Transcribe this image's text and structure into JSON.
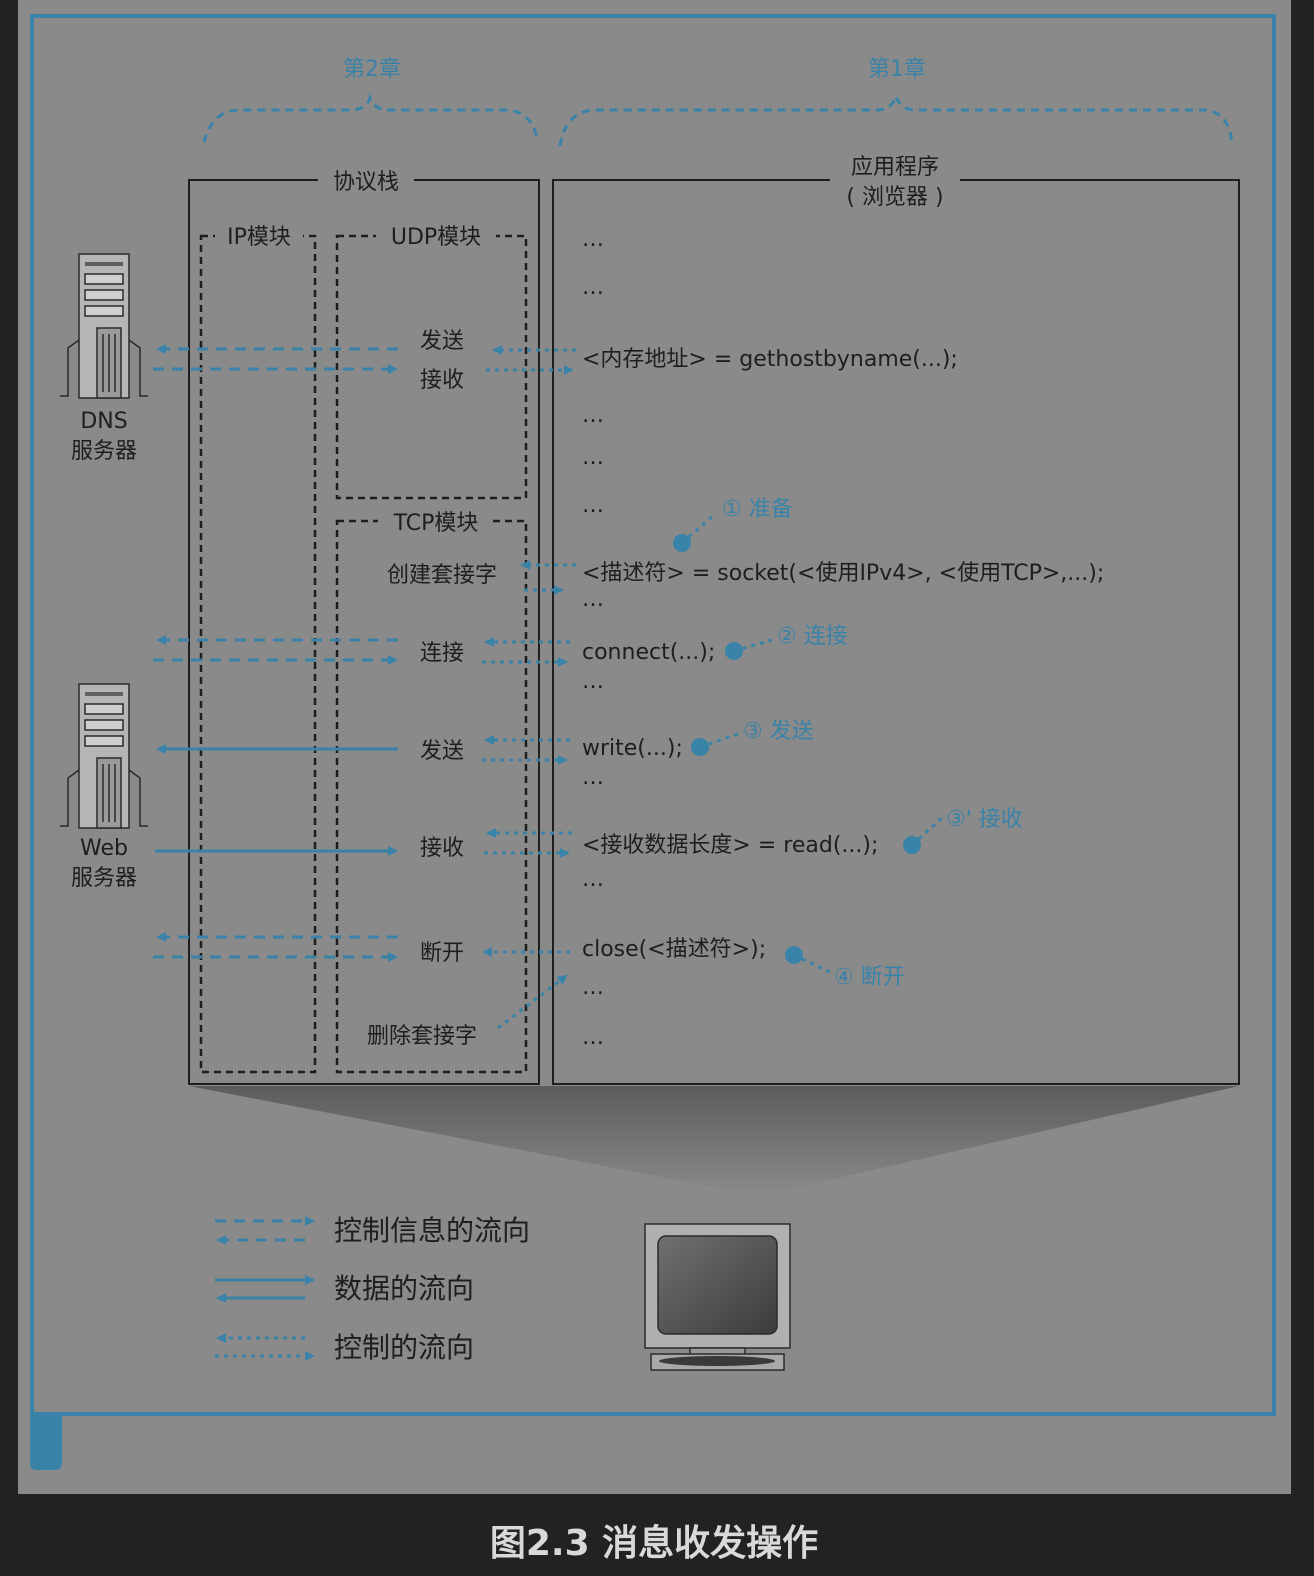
{
  "chapters": {
    "ch2": "第2章",
    "ch1": "第1章"
  },
  "protocol_stack": {
    "title": "协议栈",
    "ip_module": "IP模块",
    "udp_module": "UDP模块",
    "tcp_module": "TCP模块",
    "udp_send": "发送",
    "udp_receive": "接收",
    "create_socket": "创建套接字",
    "connect": "连接",
    "send": "发送",
    "receive": "接收",
    "disconnect": "断开",
    "delete_socket": "删除套接字"
  },
  "application": {
    "title_line1": "应用程序",
    "title_line2": "( 浏览器 )",
    "ellipsis": "…",
    "gethostbyname": "<内存地址> = gethostbyname(...);",
    "socket": "<描述符> = socket(<使用IPv4>, <使用TCP>,...);",
    "connect": "connect(...);",
    "write": "write(...);",
    "read": "<接收数据长度> = read(...);",
    "close": "close(<描述符>);"
  },
  "steps": {
    "prepare": "① 准备",
    "connect": "② 连接",
    "send": "③ 发送",
    "receive": "③' 接收",
    "disconnect": "④ 断开"
  },
  "servers": {
    "dns_line1": "DNS",
    "dns_line2": "服务器",
    "web_line1": "Web",
    "web_line2": "服务器"
  },
  "legend": {
    "control_info": "控制信息的流向",
    "data": "数据的流向",
    "control": "控制的流向"
  },
  "caption": "图2.3 消息收发操作",
  "colors": {
    "background": "#8a8a8a",
    "accent": "#3a83a8",
    "line": "#1e1e1e",
    "text": "#1e1e1e"
  }
}
